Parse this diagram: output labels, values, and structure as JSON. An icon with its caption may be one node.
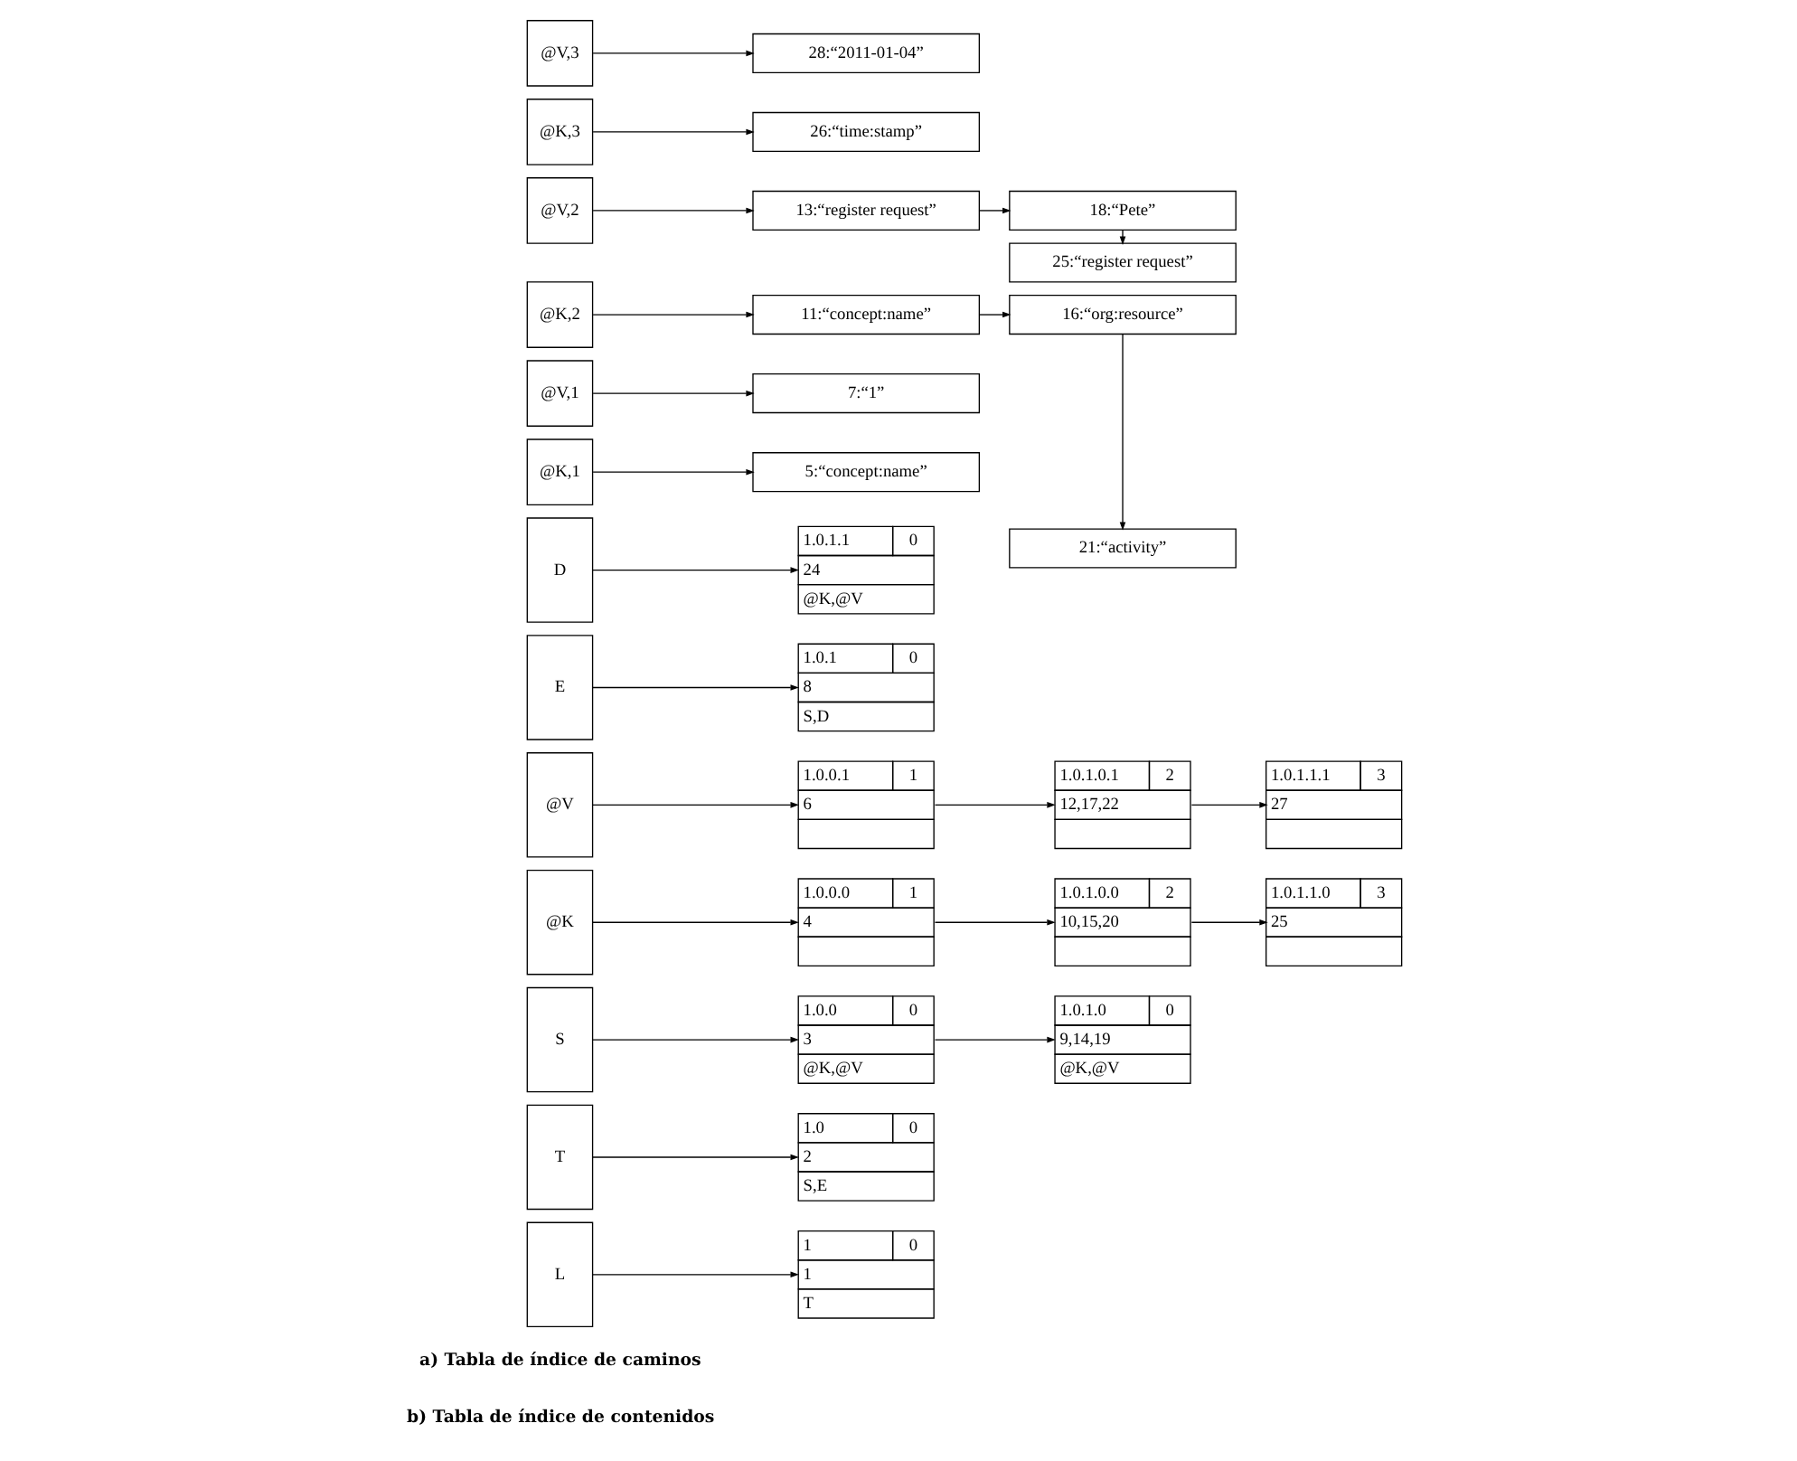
{
  "diagram": {
    "nodes": [
      {
        "text": [
          "L"
        ]
      },
      {
        "text": [
          "T"
        ]
      },
      {
        "text": [
          "S"
        ]
      },
      {
        "text": [
          "@K"
        ]
      },
      {
        "text": [
          "@V"
        ]
      },
      {
        "text": [
          "E"
        ]
      },
      {
        "text": [
          "D"
        ]
      },
      {
        "text": [
          "1",
          "0",
          "1",
          "T"
        ]
      },
      {
        "text": [
          "1.0",
          "0",
          "2",
          "S,E"
        ]
      },
      {
        "text": [
          "1.0.0",
          "0",
          "3",
          "@K,@V"
        ]
      },
      {
        "text": [
          "1.0.1.0",
          "0",
          "9,14,19",
          "@K,@V"
        ]
      },
      {
        "text": [
          "1.0.0.0",
          "1",
          "4"
        ]
      },
      {
        "text": [
          "1.0.1.0.0",
          "2",
          "10,15,20"
        ]
      },
      {
        "text": [
          "1.0.1.1.0",
          "3",
          "25"
        ]
      },
      {
        "text": [
          "1.0.0.1",
          "1",
          "6"
        ]
      },
      {
        "text": [
          "1.0.1.0.1",
          "2",
          "12,17,22"
        ]
      },
      {
        "text": [
          "1.0.1.1.1",
          "3",
          "27"
        ]
      },
      {
        "text": [
          "1.0.1",
          "0",
          "8",
          "S,D"
        ]
      },
      {
        "text": [
          "1.0.1.1",
          "0",
          "24",
          "@K,@V"
        ]
      },
      {
        "text": [
          "@K,1"
        ]
      },
      {
        "text": [
          "@V,1"
        ]
      },
      {
        "text": [
          "@K,2"
        ]
      },
      {
        "text": [
          "@V,2"
        ]
      },
      {
        "text": [
          "@K,3"
        ]
      },
      {
        "text": [
          "@V,3"
        ]
      },
      {
        "text": [
          "5:“concept:name”"
        ]
      },
      {
        "text": [
          "7:“1”"
        ]
      },
      {
        "text": [
          "21:“activity”"
        ]
      },
      {
        "text": [
          "11:“concept:name”"
        ]
      },
      {
        "text": [
          "16:“org:resource”"
        ]
      },
      {
        "text": [
          "13:“register request”"
        ]
      },
      {
        "text": [
          "18:“Pete”"
        ]
      },
      {
        "text": [
          "26:“time:stamp”"
        ]
      },
      {
        "text": [
          "25:“register request”"
        ]
      },
      {
        "text": [
          "28:“2011-01-04”"
        ]
      }
    ],
    "edges": [
      {
        "from": 0,
        "to": 7,
        "arrow": "to"
      },
      {
        "from": 1,
        "to": 8,
        "arrow": "to"
      },
      {
        "from": 2,
        "to": 9,
        "arrow": "to"
      },
      {
        "from": 9,
        "to": 10,
        "arrow": "to"
      },
      {
        "from": 3,
        "to": 11,
        "arrow": "to"
      },
      {
        "from": 11,
        "to": 12,
        "arrow": "to"
      },
      {
        "from": 12,
        "to": 13,
        "arrow": "to"
      },
      {
        "from": 4,
        "to": 14,
        "arrow": "to"
      },
      {
        "from": 14,
        "to": 15,
        "arrow": "to"
      },
      {
        "from": 15,
        "to": 16,
        "arrow": "to"
      },
      {
        "from": 5,
        "to": 17,
        "arrow": "to"
      },
      {
        "from": 6,
        "to": 18,
        "arrow": "to"
      },
      {
        "from": 19,
        "to": 25,
        "arrow": "to"
      },
      {
        "from": 20,
        "to": 26,
        "arrow": "to"
      },
      {
        "from": 21,
        "to": 28,
        "arrow": "to"
      },
      {
        "from": 28,
        "to": 29,
        "arrow": "to"
      },
      {
        "from": 29,
        "to": 27,
        "arrow": "to"
      },
      {
        "from": 22,
        "to": 30,
        "arrow": "to"
      },
      {
        "from": 30,
        "to": 31,
        "arrow": "to"
      },
      {
        "from": 31,
        "to": 33,
        "arrow": "to"
      },
      {
        "from": 23,
        "to": 32,
        "arrow": "to"
      },
      {
        "from": 24,
        "to": 34,
        "arrow": "to"
      }
    ],
    "labels": [
      "b) Tabla de índice de contenidos",
      "a) Tabla de índice de caminos"
    ]
  }
}
